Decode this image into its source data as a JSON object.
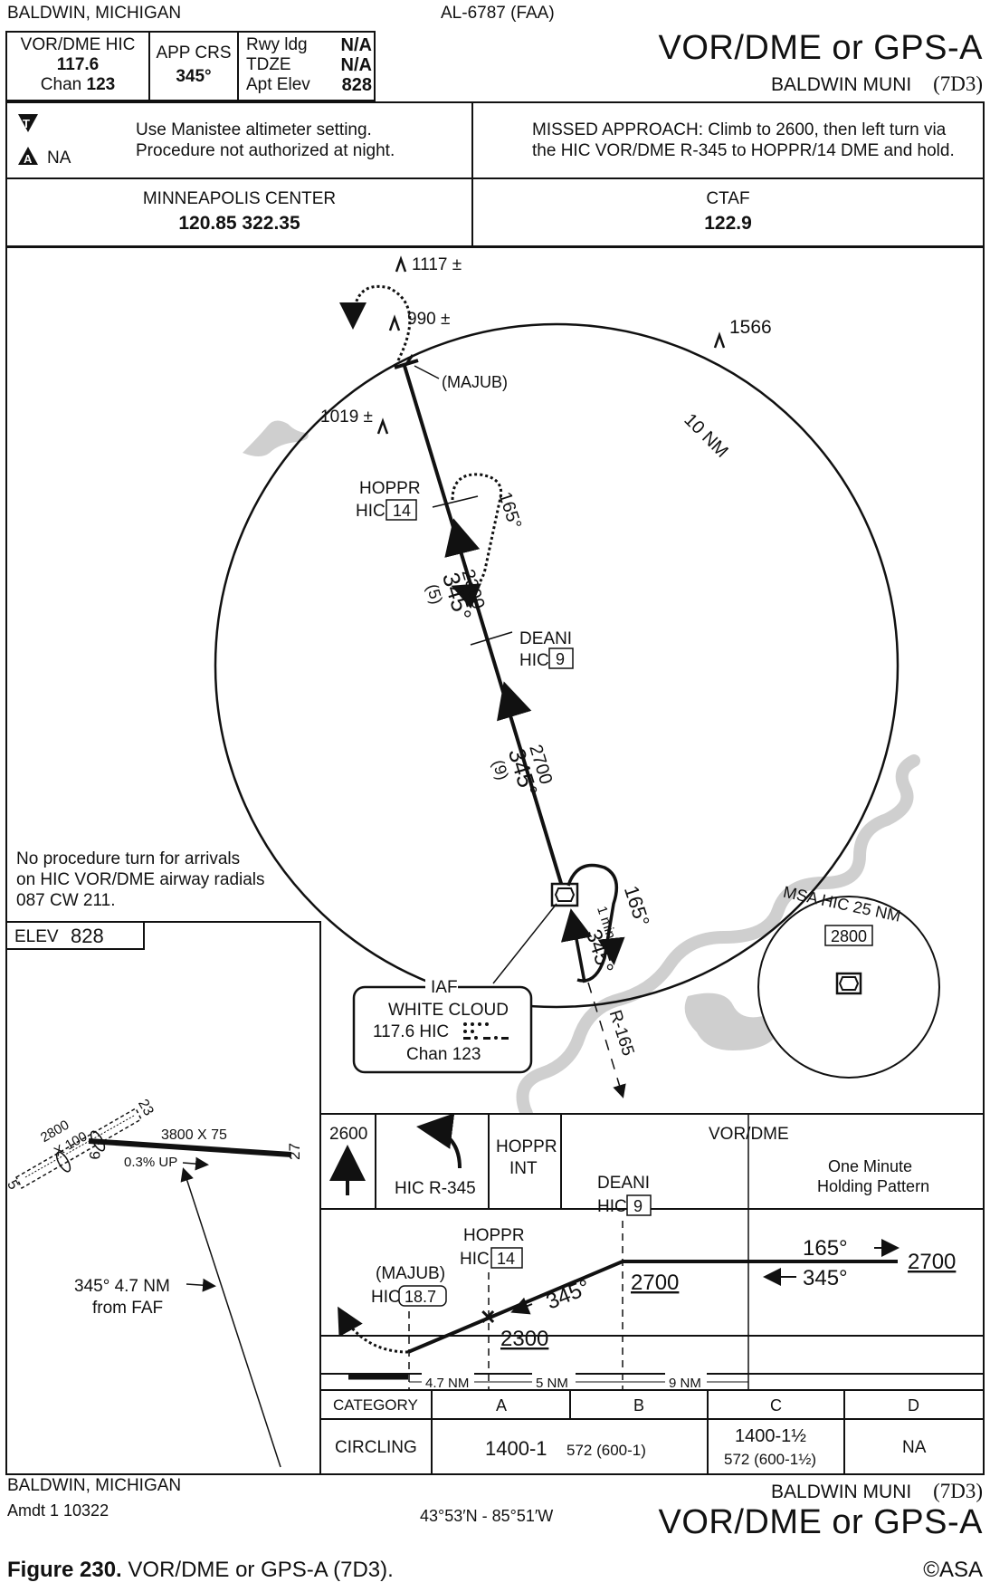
{
  "header": {
    "location": "BALDWIN, MICHIGAN",
    "chart_id": "AL-6787 (FAA)",
    "title": "VOR/DME or GPS-A",
    "airport": "BALDWIN MUNI",
    "airport_id": "(7D3)"
  },
  "briefing": {
    "nav_label": "VOR/DME  HIC",
    "nav_freq": "117.6",
    "chan_label": "Chan",
    "chan_num": "123",
    "app_crs_label": "APP CRS",
    "app_crs": "345°",
    "rwy_ldg_label": "Rwy ldg",
    "rwy_ldg": "N/A",
    "tdze_label": "TDZE",
    "tdze": "N/A",
    "apt_elev_label": "Apt Elev",
    "apt_elev": "828",
    "note1": "Use Manistee altimeter setting.",
    "note2": "Procedure not authorized at night.",
    "alt_na": "NA",
    "missed1": "MISSED APPROACH:  Climb to 2600, then left turn via",
    "missed2": "the HIC VOR/DME R-345 to HOPPR/14 DME and hold.",
    "center_name": "MINNEAPOLIS CENTER",
    "center_freq": "120.85  322.35",
    "ctaf_label": "CTAF",
    "ctaf_freq": "122.9"
  },
  "planview": {
    "obst1": "1117 ±",
    "obst2": "990 ±",
    "obst3": "1566",
    "obst4": "1019 ±",
    "majub": "(MAJUB)",
    "ring": "10 NM",
    "hoppr": "HOPPR",
    "hic": "HIC",
    "hoppr_dme": "14",
    "hold_crs": "165°",
    "seg1_alt": "2300",
    "seg1_crs": "345°",
    "seg1_dist": "(5)",
    "deani": "DEANI",
    "deani_dme": "9",
    "seg2_alt": "2700",
    "seg2_crs": "345°",
    "seg2_dist": "(9)",
    "no_pt_1": "No procedure turn for arrivals",
    "no_pt_2": "on HIC VOR/DME airway radials",
    "no_pt_3": "087 CW 211.",
    "iaf_hold_crs": "165°",
    "iaf_hold_time": "1 min",
    "iaf_crs": "345°",
    "radial": "R-165",
    "iaf": "IAF",
    "iaf_name": "WHITE CLOUD",
    "iaf_freq": "117.6  HIC",
    "iaf_chan": "Chan 123",
    "msa": "MSA HIC 25 NM",
    "msa_alt": "2800"
  },
  "airport": {
    "elev_label": "ELEV",
    "elev": "828",
    "rwy_small": "2800",
    "rwy_small_w": "X 100",
    "rwy_small_end1": "23",
    "rwy_small_end2": "5",
    "rwy_main": "3800 X 75",
    "rwy_end1": "9",
    "rwy_end2": "27",
    "gradient": "0.3% UP",
    "faf_note1": "345° 4.7 NM",
    "faf_note2": "from FAF"
  },
  "profile": {
    "missed_alt": "2600",
    "missed_turn": "HIC R-345",
    "hoppr_int": "HOPPR",
    "int_label": "INT",
    "vordme": "VOR/DME",
    "hold_note1": "One Minute",
    "hold_note2": "Holding Pattern",
    "deani": "DEANI",
    "hic": "HIC",
    "deani_dme": "9",
    "hoppr": "HOPPR",
    "hoppr_dme": "14",
    "majub": "(MAJUB)",
    "majub_dme": "18.7",
    "out_crs": "165°",
    "in_crs": "345°",
    "alt_2700_a": "2700",
    "alt_2700_b": "2700",
    "alt_2300": "2300",
    "fin_crs": "345°",
    "d1": "4.7 NM",
    "d2": "5 NM",
    "d3": "9 NM"
  },
  "minima": {
    "category_label": "CATEGORY",
    "cats": [
      "A",
      "B",
      "C",
      "D"
    ],
    "circling_label": "CIRCLING",
    "ab": "1400-1",
    "ab_haa": "572 (600-1)",
    "c": "1400-1½",
    "c_haa": "572 (600-1½)",
    "d": "NA"
  },
  "footer": {
    "location": "BALDWIN, MICHIGAN",
    "amdt": "Amdt 1  10322",
    "coords": "43°53′N - 85°51′W",
    "airport": "BALDWIN MUNI",
    "airport_id": "(7D3)",
    "title": "VOR/DME or GPS-A",
    "caption_bold": "Figure 230.",
    "caption": " VOR/DME or GPS-A (7D3).",
    "copyright": "©ASA"
  }
}
